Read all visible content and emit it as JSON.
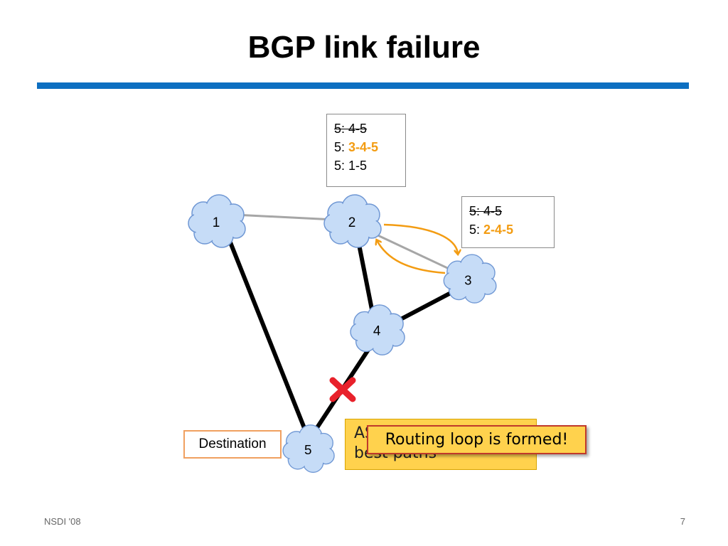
{
  "slide": {
    "title": "BGP link failure",
    "footer_left": "NSDI '08",
    "page_number": "7"
  },
  "nodes": [
    {
      "label": "1"
    },
    {
      "label": "2"
    },
    {
      "label": "3"
    },
    {
      "label": "4"
    },
    {
      "label": "5"
    }
  ],
  "links": [
    {
      "from": "1",
      "to": "2",
      "style": "gray"
    },
    {
      "from": "2",
      "to": "3",
      "style": "gray"
    },
    {
      "from": "1",
      "to": "5",
      "style": "black"
    },
    {
      "from": "2",
      "to": "4",
      "style": "black"
    },
    {
      "from": "3",
      "to": "4",
      "style": "black"
    },
    {
      "from": "4",
      "to": "5",
      "style": "black",
      "failed": true
    }
  ],
  "routing_table_as2": {
    "row1_prefix": "5: ",
    "row1_path": "4-5",
    "row1_struck": true,
    "row2_prefix": "5: ",
    "row2_path": "3-4-5",
    "row3": "5: 1-5"
  },
  "routing_table_as3": {
    "row1_prefix": "5: ",
    "row1_path": "4-5",
    "row1_struck": true,
    "row2_prefix": "5: ",
    "row2_path": "2-4-5"
  },
  "destination_label": "Destination",
  "as_note": "ASes choose next best paths",
  "loop_callout": "Routing loop is formed!",
  "colors": {
    "title_rule": "#0d6fc1",
    "highlight_path": "#f39c12",
    "failure_mark": "#e8212b",
    "callout_fill": "#ffd24d",
    "node_fill": "#c6dcf7",
    "node_stroke": "#6f97d4"
  }
}
